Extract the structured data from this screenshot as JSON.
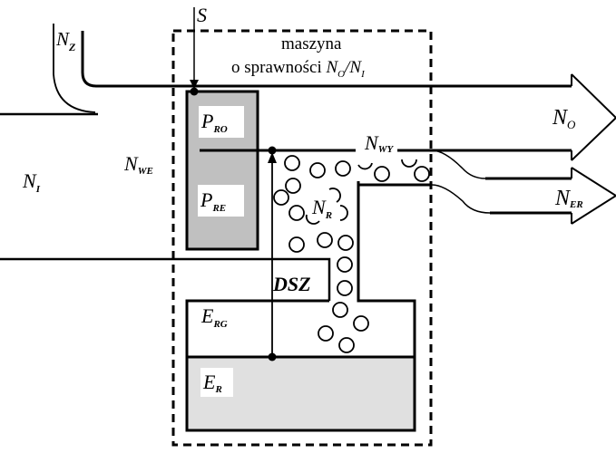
{
  "diagram": {
    "title_line1": "maszyna",
    "title_line2_prefix": "o sprawności ",
    "efficiency": {
      "num_main": "N",
      "num_sub": "O",
      "slash": "/",
      "den_main": "N",
      "den_sub": "I"
    },
    "labels": {
      "S": {
        "main": "S",
        "sub": ""
      },
      "NZ": {
        "main": "N",
        "sub": "Z"
      },
      "NI": {
        "main": "N",
        "sub": "I"
      },
      "NWE": {
        "main": "N",
        "sub": "WE"
      },
      "NO": {
        "main": "N",
        "sub": "O"
      },
      "NWY": {
        "main": "N",
        "sub": "WY"
      },
      "NER": {
        "main": "N",
        "sub": "ER"
      },
      "NR": {
        "main": "N",
        "sub": "R"
      },
      "PRO": {
        "main": "P",
        "sub": "RO"
      },
      "PRE": {
        "main": "P",
        "sub": "RE"
      },
      "DSZ": {
        "main": "DSZ",
        "sub": ""
      },
      "ERG": {
        "main": "E",
        "sub": "RG"
      },
      "ER": {
        "main": "E",
        "sub": "R"
      }
    },
    "colors": {
      "line": "#000000",
      "p_block": "#c0c0c0",
      "e_block": "#e0e0e0",
      "background": "#ffffff"
    }
  }
}
